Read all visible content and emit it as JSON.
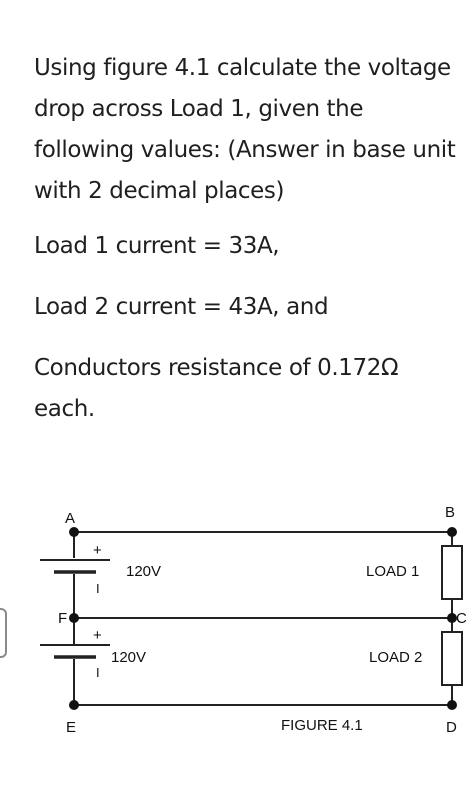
{
  "question": {
    "intro": "Using figure 4.1 calculate the voltage drop across Load 1, given the following values: (Answer in base unit with 2 decimal places)",
    "load1": "Load 1 current = 33A,",
    "load2": "Load 2 current = 43A, and",
    "conductors": "Conductors resistance of 0.172Ω each."
  },
  "figure": {
    "caption": "FIGURE 4.1",
    "nodes": {
      "a": "A",
      "b": "B",
      "c": "C",
      "d": "D",
      "e": "E",
      "f": "F"
    },
    "sources": [
      {
        "voltage": "120V",
        "plus": "+",
        "minus": "I"
      },
      {
        "voltage": "120V",
        "plus": "+",
        "minus": "I"
      }
    ],
    "loads": [
      "LOAD 1",
      "LOAD 2"
    ]
  }
}
